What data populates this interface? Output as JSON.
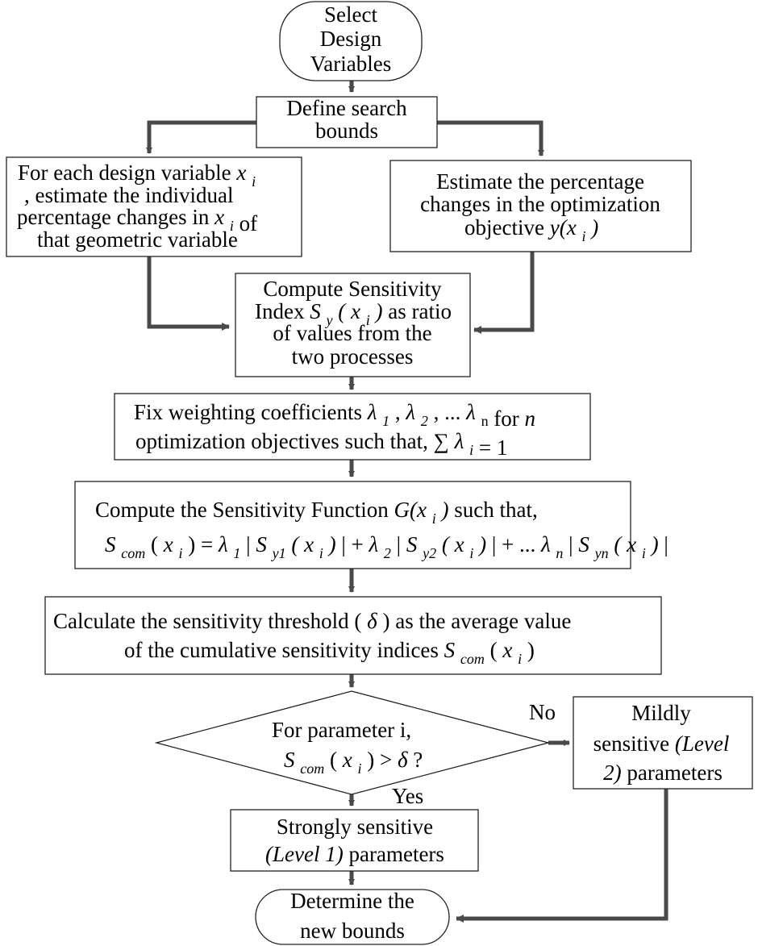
{
  "nodes": {
    "select_design_variables": [
      "Select",
      "Design",
      "Variables"
    ],
    "define_search_bounds": [
      "Define search",
      "bounds"
    ],
    "estimate_individual_changes": [
      ", estimate the individual",
      "that geometric variable"
    ],
    "estimate_individual_changes_prefix": "For each design variable",
    "estimate_individual_changes_line3": "percentage changes in",
    "estimate_individual_changes_var": "x",
    "estimate_individual_changes_of": "of",
    "estimate_objective_changes": [
      "Estimate the percentage",
      "changes in the optimization"
    ],
    "estimate_objective_changes_line3_text": "objective",
    "estimate_objective_changes_line3_math": "y(x",
    "compute_sensitivity_index": [
      "Compute Sensitivity",
      "of values from the",
      "two processes"
    ],
    "compute_sensitivity_index_line2_a": "Index",
    "compute_sensitivity_index_line2_b": "as ratio",
    "fix_weighting_line1": "Fix weighting coefficients",
    "fix_weighting_line1_for": "for",
    "fix_weighting_line2": "optimization objectives such that,",
    "compute_function_line1": "Compute the Sensitivity Function",
    "compute_function_line1_end": "such that,",
    "threshold_line1_a": "Calculate the sensitivity threshold (",
    "threshold_line1_b": ") as the average value",
    "threshold_line2": "of the cumulative sensitivity indices",
    "decision_line1": "For parameter i,",
    "mildly_sensitive": [
      "Mildly",
      "sensitive",
      "parameters"
    ],
    "mildly_level_a": "(Level",
    "mildly_level_b": "2)",
    "strongly_sensitive": [
      "Strongly sensitive",
      "parameters"
    ],
    "strongly_level": "(Level 1)",
    "determine_bounds": [
      "Determine the",
      "new bounds"
    ]
  },
  "labels": {
    "no": "No",
    "yes": "Yes"
  },
  "symbols": {
    "x": "x",
    "i": "i",
    "S": "S",
    "y": "y",
    "com": "com",
    "lambda": "λ",
    "delta": "δ",
    "sum": "∑",
    "n": "n",
    "G": "G(x",
    "eq_one": "= 1",
    "ellipsis": "...",
    "y1": "y1",
    "y2": "y2",
    "yn": "yn",
    "one": "1",
    "two": "2",
    "gt": ">",
    "q": "?"
  },
  "colors": {
    "connector": "#4a4a4a",
    "border": "#222222"
  }
}
